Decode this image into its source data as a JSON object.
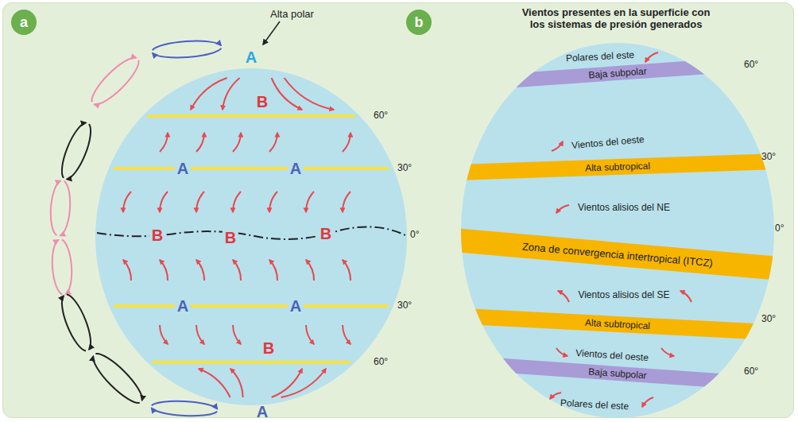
{
  "diagram": {
    "title": "Vientos presentes en la superficie con los sistemas de presión generados",
    "nodes": [
      {
        "text": [
          "a"
        ]
      },
      {
        "text": [
          "b"
        ]
      },
      {
        "text": [
          "Baja subpolar"
        ]
      },
      {
        "text": [
          "Alta subtropical"
        ]
      },
      {
        "text": [
          "Zona de convergencia intertropical (ITCZ)"
        ]
      },
      {
        "text": [
          "Alta subtropical"
        ]
      },
      {
        "text": [
          "Baja subpolar"
        ]
      }
    ],
    "labels": [
      "Alta polar",
      "A",
      "B",
      "A",
      "A",
      "B",
      "B",
      "B",
      "A",
      "A",
      "B",
      "A",
      "60°",
      "30°",
      "0°",
      "30°",
      "60°",
      "Polares del este",
      "Vientos del oeste",
      "Vientos alisios del NE",
      "Vientos alisios del SE",
      "Vientos del oeste",
      "Polares del este",
      "60°",
      "30°",
      "0°",
      "30°",
      "60°"
    ]
  }
}
